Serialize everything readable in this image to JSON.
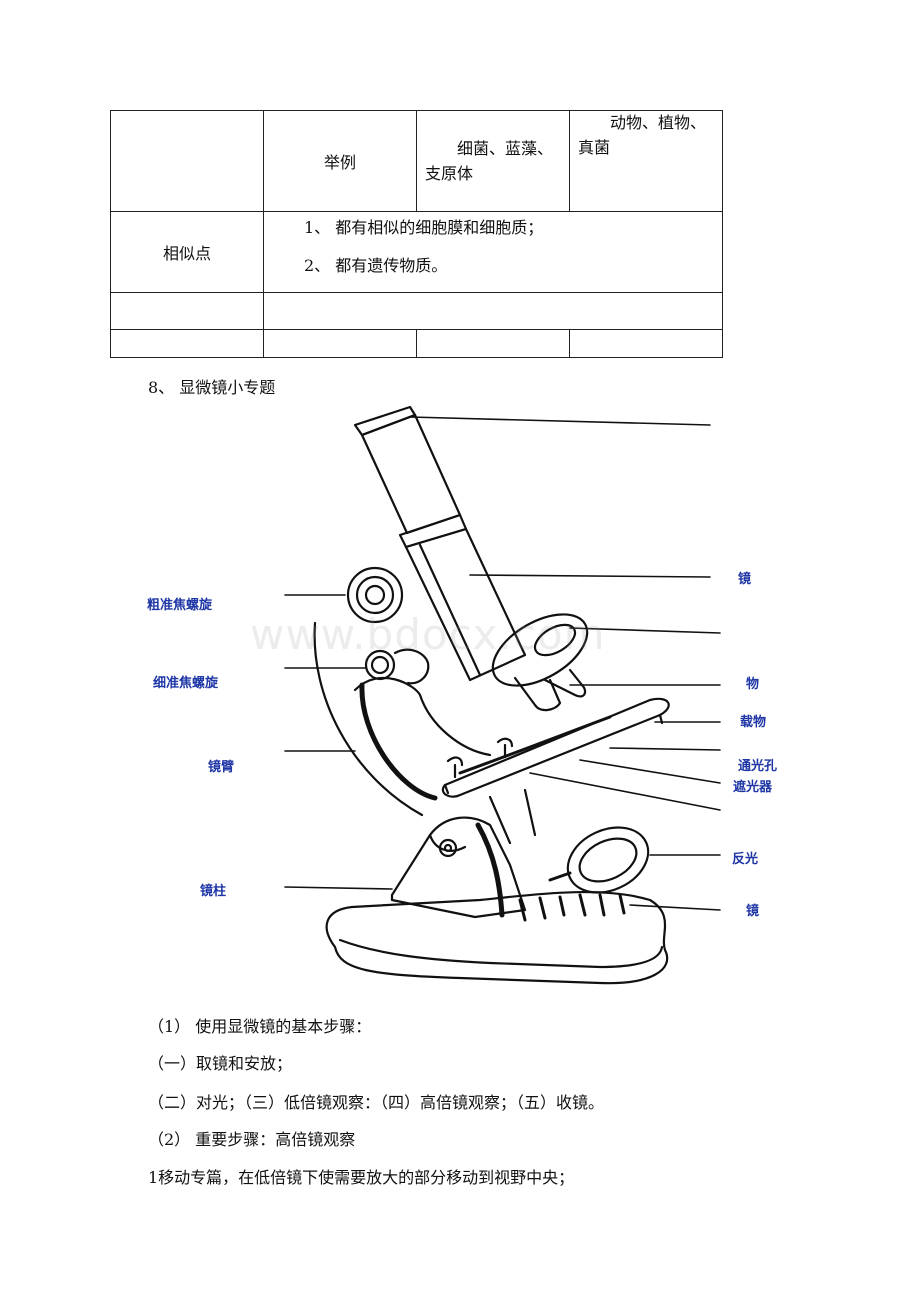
{
  "table": {
    "row_example": {
      "label": "举例",
      "prokaryote": "细菌、蓝藻、支原体",
      "eukaryote": "动物、植物、真菌"
    },
    "row_similar": {
      "label": "相似点",
      "items": [
        "1、 都有相似的细胞膜和细胞质；",
        "2、 都有遗传物质。"
      ]
    }
  },
  "section_title": "8、 显微镜小专题",
  "figure_labels": {
    "coarse_focus": "粗准焦螺旋",
    "fine_focus": "细准焦螺旋",
    "arm": "镜臂",
    "pillar": "镜柱",
    "mirror_1": "镜",
    "objective": "物",
    "stage": "载物",
    "aperture": "通光孔",
    "diaphragm": "遮光器",
    "reflector": "反光",
    "mirror_2": "镜"
  },
  "watermark": "www.bdocx.com",
  "paragraphs": [
    "（1） 使用显微镜的基本步骤：",
    "（一）取镜和安放；",
    "（二）对光；（三）低倍镜观察：（四）高倍镜观察；（五）收镜。",
    "（2） 重要步骤：高倍镜观察",
    "1移动专篇，在低倍镜下使需要放大的部分移动到视野中央；"
  ]
}
